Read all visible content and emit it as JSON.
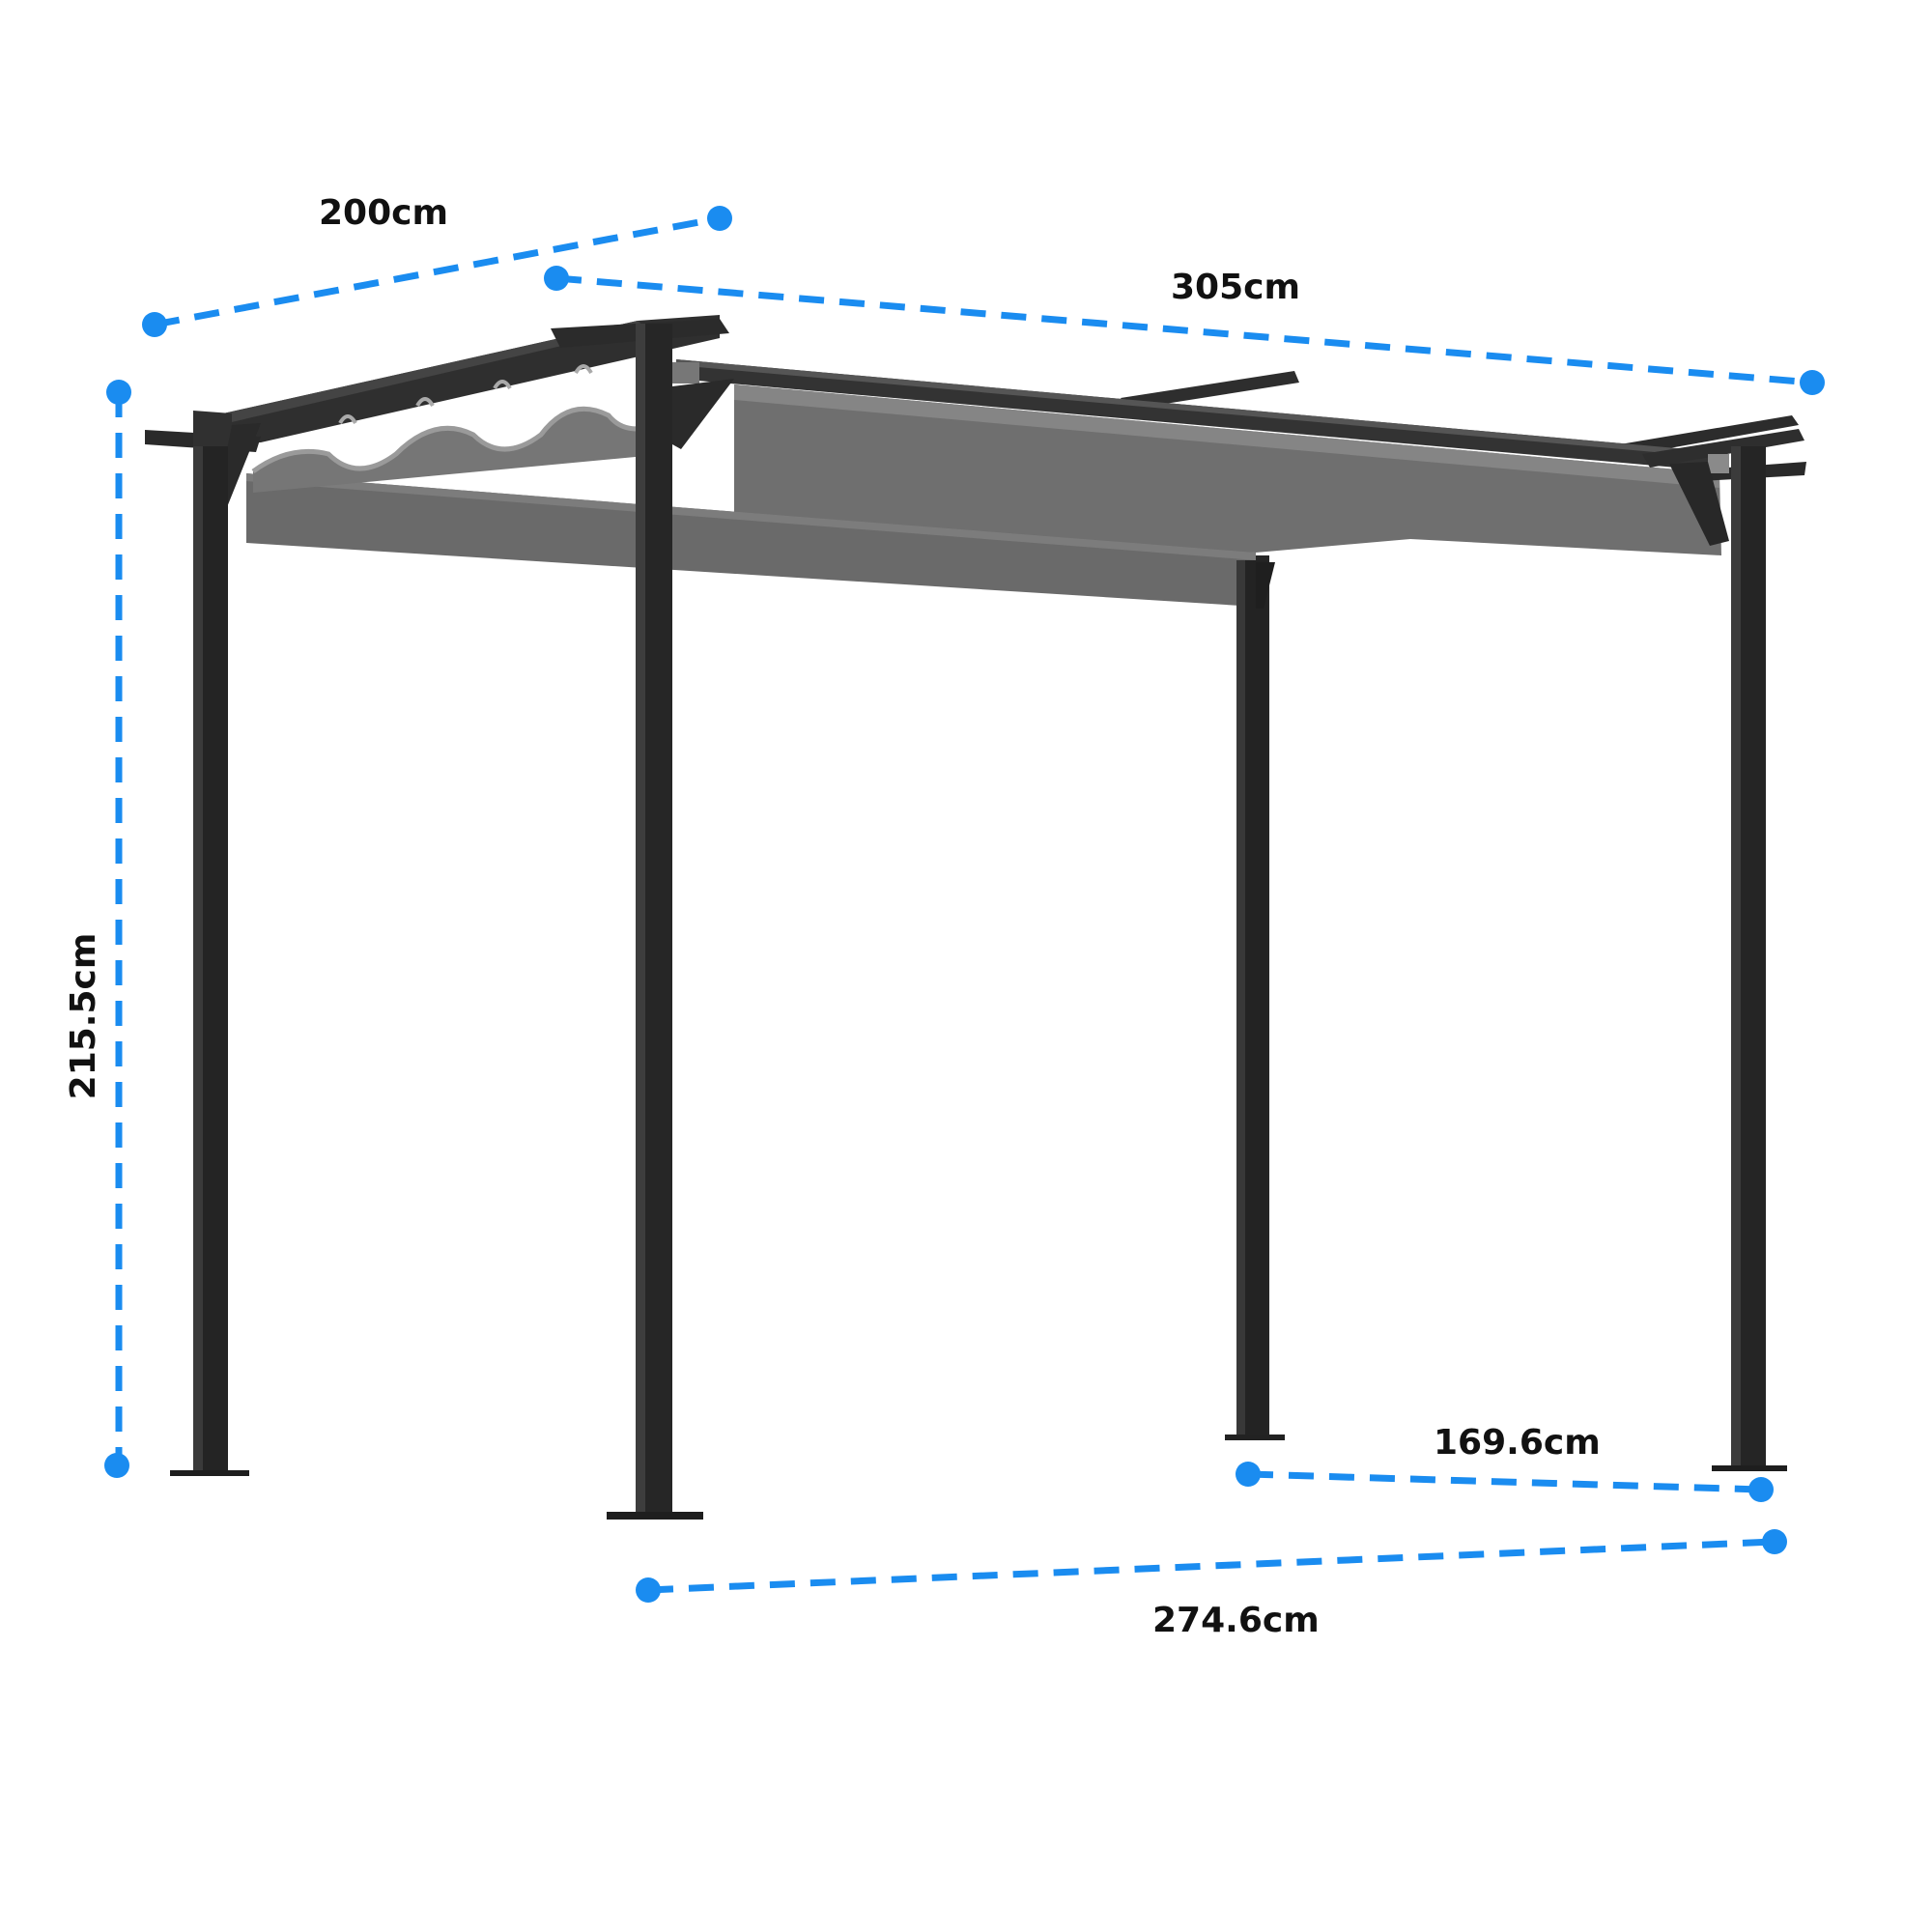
{
  "colors": {
    "dimension": "#1a8cf0",
    "frame": "#2b2b2b",
    "frame_dark": "#1a1a1a",
    "canopy": "#6e6e6e",
    "canopy_light": "#8a8a8a",
    "background": "#ffffff"
  },
  "dimensions": {
    "depth": "200cm",
    "length": "305cm",
    "height": "215.5cm",
    "short_span": "169.6cm",
    "long_span": "274.6cm"
  }
}
